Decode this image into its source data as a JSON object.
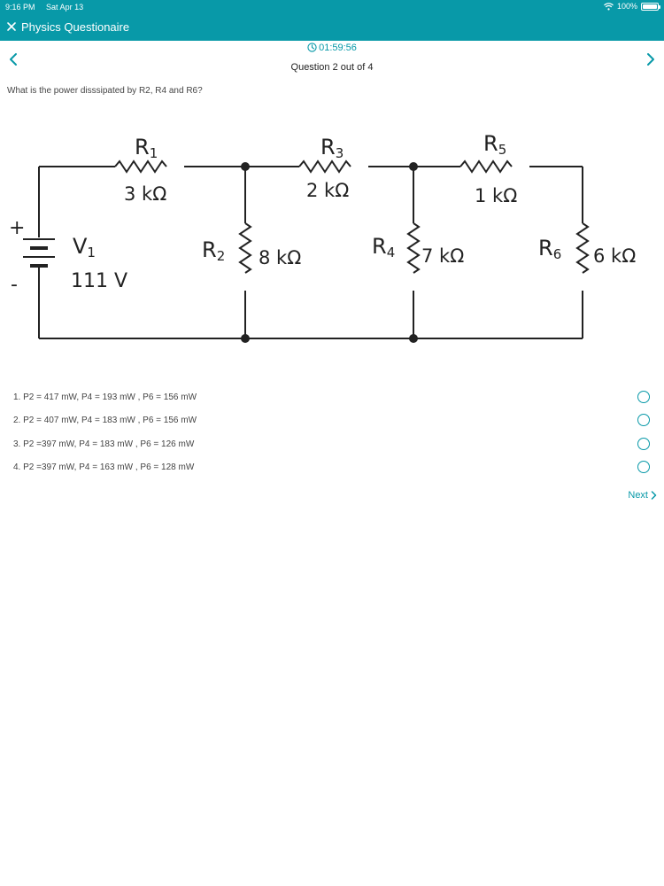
{
  "status_bar": {
    "time": "9:16 PM",
    "date": "Sat Apr 13",
    "battery": "100%"
  },
  "nav": {
    "title": "Physics Questionaire"
  },
  "question": {
    "timer": "01:59:56",
    "counter": "Question 2 out of 4",
    "text": "What is the power disssipated by R2, R4 and R6?"
  },
  "circuit": {
    "r1_label": "R",
    "r1_sub": "1",
    "r1_value": "3 kΩ",
    "r3_label": "R",
    "r3_sub": "3",
    "r3_value": "2 kΩ",
    "r5_label": "R",
    "r5_sub": "5",
    "r5_value": "1 kΩ",
    "r2_label": "R",
    "r2_sub": "2",
    "r2_value": "8 kΩ",
    "r4_label": "R",
    "r4_sub": "4",
    "r4_value": "7 kΩ",
    "r6_label": "R",
    "r6_sub": "6",
    "r6_value": "6 kΩ",
    "v1_label": "V",
    "v1_sub": "1",
    "v1_value": "111 V",
    "plus": "+",
    "minus": "-"
  },
  "options": [
    {
      "label": "1. P2 = 417 mW, P4 = 193 mW , P6 = 156 mW"
    },
    {
      "label": "2. P2 = 407 mW, P4 = 183 mW , P6 = 156 mW"
    },
    {
      "label": "3. P2 =397 mW, P4 = 183 mW , P6 = 126 mW"
    },
    {
      "label": "4. P2 =397 mW, P4 = 163 mW , P6 = 128 mW"
    }
  ],
  "next_label": "Next",
  "colors": {
    "accent": "#0899a8"
  },
  "icons": {
    "close": "close-icon",
    "wifi": "wifi-icon",
    "battery": "battery-icon",
    "clock": "clock-icon",
    "back": "chevron-left-icon",
    "forward": "chevron-right-icon",
    "next": "chevron-right-icon"
  }
}
